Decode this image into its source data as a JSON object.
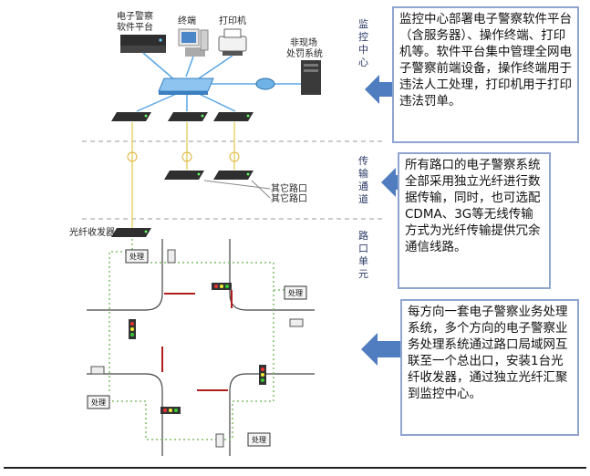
{
  "center": {
    "ew_platform": "电子警察\n软件平台",
    "terminal": "终端",
    "printer": "打印机",
    "offsite": "非现场\n处罚系统"
  },
  "zones": {
    "monitor": "监\n控\n中\n心",
    "transport": "传\n输\n通\n道",
    "intersection": "路\n口\n单\n元"
  },
  "transport_labels": {
    "road1": "其它路口",
    "road2": "其它路口"
  },
  "fiber_label": "光纤收发器",
  "process_label": "处理",
  "callouts": {
    "c1": "监控中心部署电子警察软件平台（含服务器）、操作终端、打印机等。软件平台集中管理全网电子警察前端设备，操作终端用于违法人工处理，打印机用于打印违法罚单。",
    "c2": "所有路口的电子警察系统全部采用独立光纤进行数据传输，同时，也可选配CDMA、3G等无线传输方式为光纤传输提供冗余通信线路。",
    "c3": "每方向一套电子警察业务处理系统，多个方向的电子警察业务处理系统通过路口局域网互联至一个总出口，安装1台光纤收发器，通过独立光纤汇聚到监控中心。"
  }
}
